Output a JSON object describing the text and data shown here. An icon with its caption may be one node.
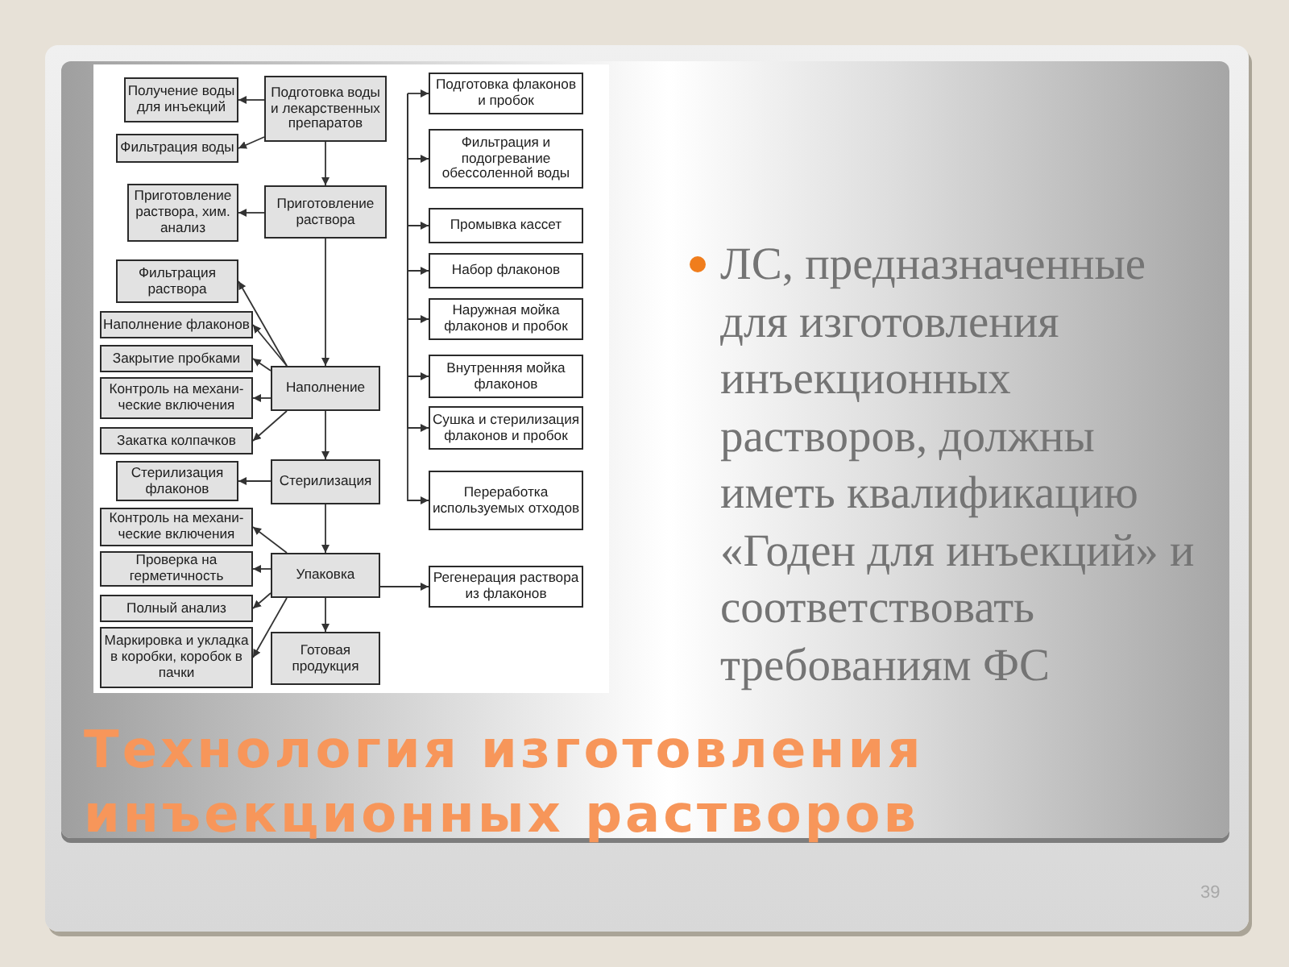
{
  "diagram": {
    "title": "Технология изготовления инъекционных растворов",
    "nodes": [
      {
        "text": [
          "Получение воды для инъекций"
        ]
      },
      {
        "text": [
          "Подготовка воды и лекарственных препаратов"
        ]
      },
      {
        "text": [
          "Подготовка флаконов и пробок"
        ]
      },
      {
        "text": [
          "Фильтрация воды"
        ]
      },
      {
        "text": [
          "Фильтрация и подогревание обессоленной воды"
        ]
      },
      {
        "text": [
          "Приготовление раствора, хим. анализ"
        ]
      },
      {
        "text": [
          "Приготовление раствора"
        ]
      },
      {
        "text": [
          "Промывка кассет"
        ]
      },
      {
        "text": [
          "Набор флаконов"
        ]
      },
      {
        "text": [
          "Фильтрация раствора"
        ]
      },
      {
        "text": [
          "Наполнение флаконов"
        ]
      },
      {
        "text": [
          "Наружная мойка флаконов и пробок"
        ]
      },
      {
        "text": [
          "Закрытие пробками"
        ]
      },
      {
        "text": [
          "Внутренняя мойка флаконов"
        ]
      },
      {
        "text": [
          "Наполнение"
        ]
      },
      {
        "text": [
          "Контроль на механи- ческие включения"
        ]
      },
      {
        "text": [
          "Сушка и стерилизация флаконов и пробок"
        ]
      },
      {
        "text": [
          "Закатка колпачков"
        ]
      },
      {
        "text": [
          "Стерилизация флаконов"
        ]
      },
      {
        "text": [
          "Стерилизация"
        ]
      },
      {
        "text": [
          "Переработка используемых отходов"
        ]
      },
      {
        "text": [
          "Контроль на механи- ческие включения"
        ]
      },
      {
        "text": [
          "Проверка на герметичность"
        ]
      },
      {
        "text": [
          "Упаковка"
        ]
      },
      {
        "text": [
          "Регенерация раствора из флаконов"
        ]
      },
      {
        "text": [
          "Полный анализ"
        ]
      },
      {
        "text": [
          "Маркировка и укладка в коробки, коробок в пачки"
        ]
      },
      {
        "text": [
          "Готовая продукция"
        ]
      }
    ],
    "edges": [
      {
        "from": 1,
        "to": 0,
        "arrow": "to"
      },
      {
        "from": 1,
        "to": 3,
        "arrow": "to"
      },
      {
        "from": 1,
        "to": 6,
        "arrow": "to"
      },
      {
        "from": 6,
        "to": 5,
        "arrow": "to"
      },
      {
        "from": 6,
        "to": 14,
        "arrow": "to"
      },
      {
        "from": 14,
        "to": 9,
        "arrow": "to"
      },
      {
        "from": 14,
        "to": 10,
        "arrow": "to"
      },
      {
        "from": 14,
        "to": 12,
        "arrow": "to"
      },
      {
        "from": 14,
        "to": 15,
        "arrow": "to"
      },
      {
        "from": 14,
        "to": 17,
        "arrow": "to"
      },
      {
        "from": 14,
        "to": 19,
        "arrow": "to"
      },
      {
        "from": 19,
        "to": 18,
        "arrow": "to"
      },
      {
        "from": 19,
        "to": 23,
        "arrow": "to"
      },
      {
        "from": 23,
        "to": 21,
        "arrow": "to"
      },
      {
        "from": 23,
        "to": 22,
        "arrow": "to"
      },
      {
        "from": 23,
        "to": 25,
        "arrow": "to"
      },
      {
        "from": 23,
        "to": 26,
        "arrow": "to"
      },
      {
        "from": 23,
        "to": 27,
        "arrow": "to"
      },
      {
        "from": 23,
        "to": 24,
        "arrow": "to"
      },
      {
        "from": null,
        "to": 2,
        "arrow": "to"
      },
      {
        "from": null,
        "to": 4,
        "arrow": "to"
      },
      {
        "from": null,
        "to": 7,
        "arrow": "to"
      },
      {
        "from": null,
        "to": 8,
        "arrow": "to"
      },
      {
        "from": null,
        "to": 11,
        "arrow": "to"
      },
      {
        "from": null,
        "to": 13,
        "arrow": "to"
      },
      {
        "from": null,
        "to": 16,
        "arrow": "to"
      },
      {
        "from": null,
        "to": 20,
        "arrow": "to"
      }
    ],
    "labels": [
      "ЛС, предназначенные для изготовления инъекционных растворов, должны иметь квалификацию «Годен для инъекций» и соответствовать требованиям ФС",
      "39"
    ]
  }
}
